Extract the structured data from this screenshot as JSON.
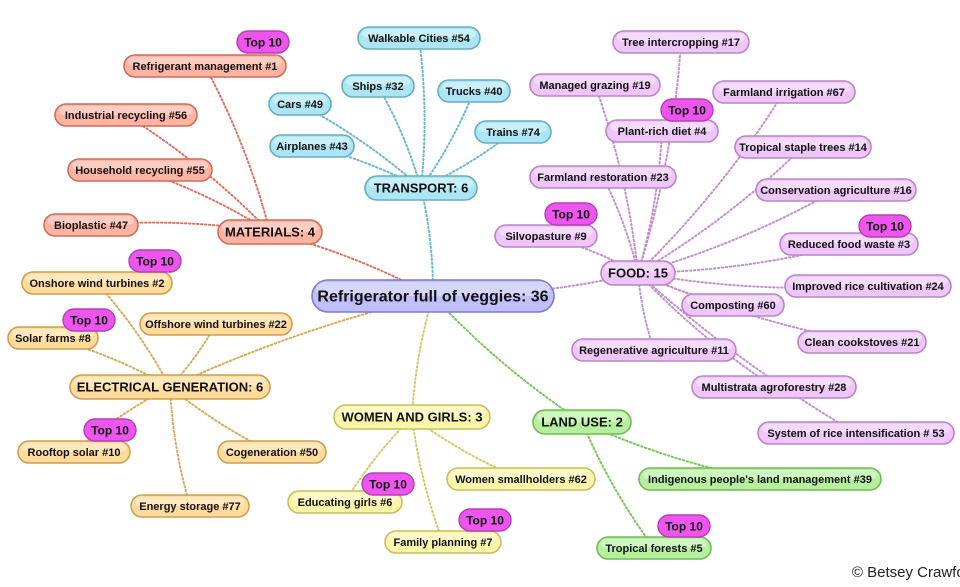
{
  "center": {
    "label": "Refrigerator full of veggies: 36"
  },
  "categories": [
    {
      "key": "materials",
      "label": "MATERIALS: 4",
      "color": "#ff8a70",
      "items": [
        "Refrigerant management #1",
        "Industrial recycling #56",
        "Household recycling #55",
        "Bioplastic #47"
      ],
      "top10": [
        "Refrigerant management #1"
      ]
    },
    {
      "key": "transport",
      "label": "TRANSPORT: 6",
      "color": "#7fd8f0",
      "items": [
        "Walkable Cities #54",
        "Ships #32",
        "Trucks #40",
        "Cars #49",
        "Airplanes #43",
        "Trains #74"
      ],
      "top10": []
    },
    {
      "key": "food",
      "label": "FOOD: 15",
      "color": "#e7a8f5",
      "items": [
        "Tree intercropping #17",
        "Managed grazing #19",
        "Farmland irrigation #67",
        "Plant-rich diet  #4",
        "Tropical staple trees #14",
        "Farmland restoration #23",
        "Conservation agriculture #16",
        "Silvopasture  #9",
        "Reduced food waste  #3",
        "Improved rice cultivation #24",
        "Composting #60",
        "Clean cookstoves #21",
        "Regenerative agriculture #11",
        "Multistrata agroforestry #28",
        "System of rice intensification # 53"
      ],
      "top10": [
        "Plant-rich diet  #4",
        "Silvopasture  #9",
        "Reduced food waste  #3"
      ]
    },
    {
      "key": "electrical",
      "label": "ELECTRICAL GENERATION: 6",
      "color": "#ffc766",
      "items": [
        "Onshore wind turbines #2",
        "Offshore wind turbines #22",
        "Solar farms #8",
        "Rooftop solar #10",
        "Cogeneration #50",
        "Energy storage #77"
      ],
      "top10": [
        "Onshore wind turbines #2",
        "Solar farms #8",
        "Rooftop solar #10"
      ]
    },
    {
      "key": "women",
      "label": "WOMEN AND GIRLS: 3",
      "color": "#f7ef7a",
      "items": [
        "Women smallholders #62",
        "Educating girls  #6",
        "Family planning  #7"
      ],
      "top10": [
        "Educating girls  #6",
        "Family planning  #7"
      ]
    },
    {
      "key": "land",
      "label": "LAND USE: 2",
      "color": "#8ee86b",
      "items": [
        "Indigenous people's land management #39",
        "Tropical forests #5"
      ],
      "top10": [
        "Tropical forests #5"
      ]
    }
  ],
  "badge_label": "Top 10",
  "colors": {
    "center": "#9e9cf5",
    "badge": "#ee55ee"
  },
  "copyright": "© Betsey Crawford"
}
